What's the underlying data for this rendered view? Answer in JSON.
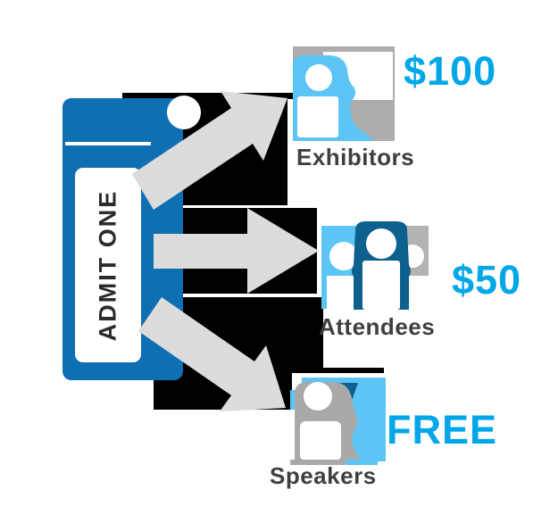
{
  "ticket": {
    "label": "ADMIT ONE",
    "icon": "ticket-icon"
  },
  "tiers": [
    {
      "name": "Exhibitors",
      "price": "$100",
      "icon": "presenter-icon"
    },
    {
      "name": "Attendees",
      "price": "$50",
      "icon": "audience-icon"
    },
    {
      "name": "Speakers",
      "price": "FREE",
      "icon": "person-icon"
    }
  ],
  "colors": {
    "ticket_blue": "#0e6fb2",
    "light_blue": "#5cc5f6",
    "dark_blue": "#0e608f",
    "price_blue": "#00a7e8",
    "icon_gray": "#adadad",
    "icon_gray_light": "#b3b3b3",
    "arrow_gray": "#dcdcdc",
    "shadow_black": "#000000",
    "label_dark": "#3f3f3f"
  }
}
